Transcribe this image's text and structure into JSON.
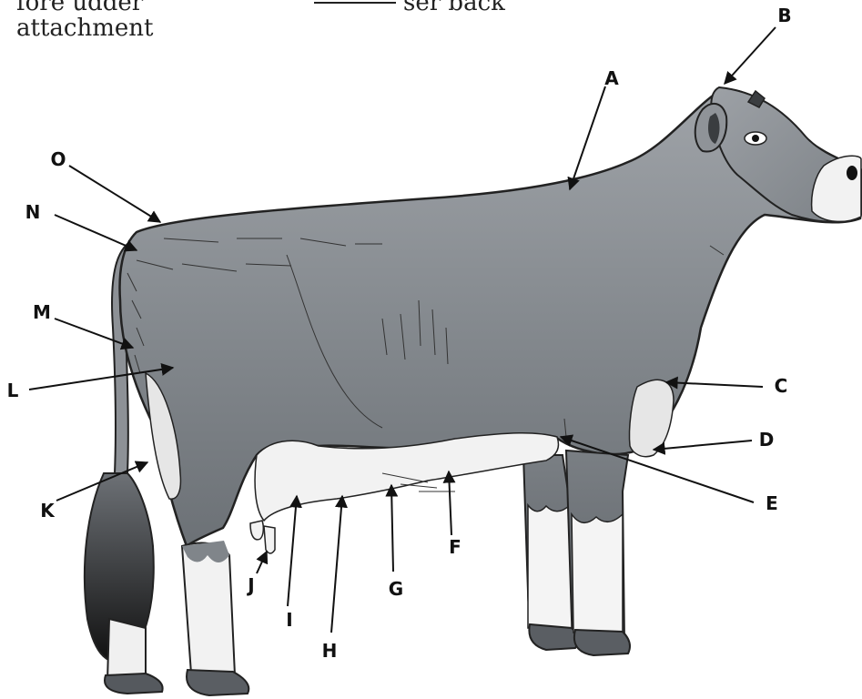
{
  "header": {
    "line1": "fore udder",
    "line2": "attachment",
    "blank_suffix": "ser back"
  },
  "labels": {
    "A": "A",
    "B": "B",
    "C": "C",
    "D": "D",
    "E": "E",
    "F": "F",
    "G": "G",
    "H": "H",
    "I": "I",
    "J": "J",
    "K": "K",
    "L": "L",
    "M": "M",
    "N": "N",
    "O": "O"
  }
}
